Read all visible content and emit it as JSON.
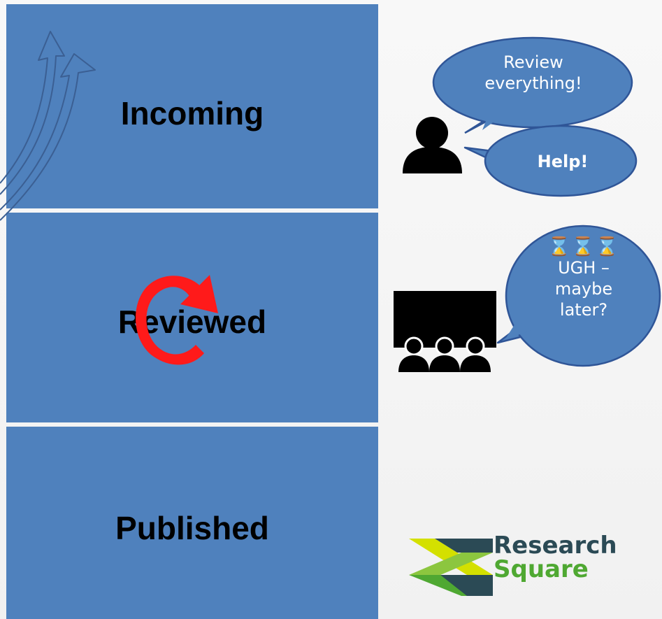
{
  "stages": {
    "incoming": "Incoming",
    "reviewed": "Reviewed",
    "published": "Published"
  },
  "bubbles": {
    "review_line1": "Review",
    "review_line2": "everything!",
    "help": "Help!",
    "hourglasses": "⌛⌛⌛",
    "ugh_line1": "UGH –",
    "ugh_line2": "maybe",
    "ugh_line3": "later?"
  },
  "logo": {
    "line1": "Research",
    "line2": "Square"
  },
  "colors": {
    "stage_fill": "#4f81bd",
    "bubble_fill": "#4f81bd",
    "bubble_stroke": "#2f5597",
    "cycle_arrow": "#ff0000",
    "logo_dark": "#2b4a55",
    "logo_green": "#4fa832",
    "logo_yellow": "#d4e000"
  },
  "icons": [
    "growth-arrows-icon",
    "person-icon",
    "audience-screen-icon",
    "refresh-cycle-icon",
    "research-square-logo-icon"
  ]
}
